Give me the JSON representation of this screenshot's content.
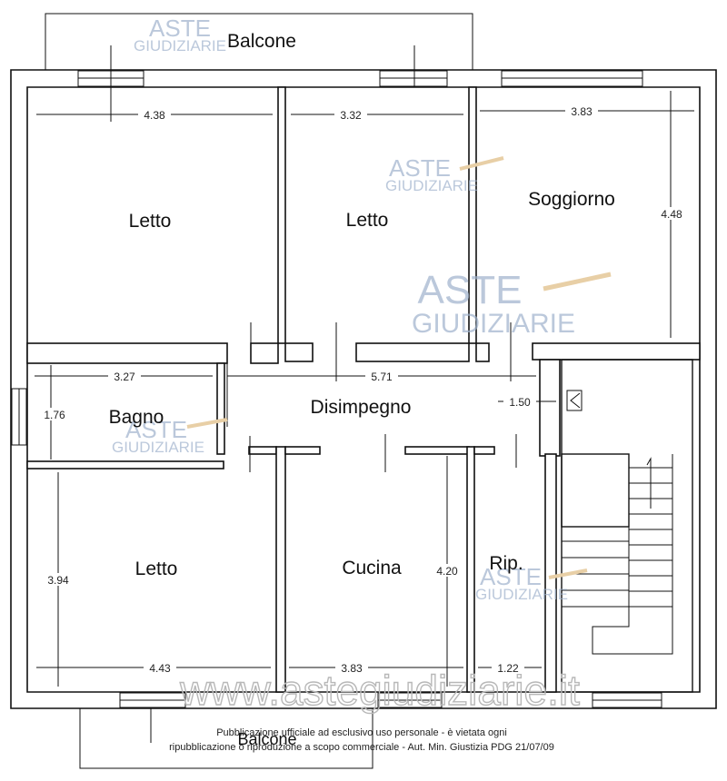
{
  "rooms": {
    "balcone_top": "Balcone",
    "letto_1": "Letto",
    "letto_2": "Letto",
    "soggiorno": "Soggiorno",
    "bagno": "Bagno",
    "disimpegno": "Disimpegno",
    "letto_3": "Letto",
    "cucina": "Cucina",
    "ripostiglio": "Rip.",
    "balcone_bottom": "Balcone"
  },
  "dimensions": {
    "letto_1_width": "4.38",
    "letto_2_width": "3.32",
    "soggiorno_width": "3.83",
    "soggiorno_height": "4.48",
    "bagno_width": "3.27",
    "bagno_height": "1.76",
    "disimpegno_width": "5.71",
    "disimpegno_height": "1.50",
    "letto_3_height": "3.94",
    "letto_3_width": "4.43",
    "cucina_height": "4.20",
    "cucina_width": "3.83",
    "ripostiglio_width": "1.22"
  },
  "watermark": {
    "line1": "ASTE",
    "line2": "GIUDIZIARIE",
    "site": "www.astegiudiziarie.it"
  },
  "notice": {
    "line1": "Pubblicazione ufficiale ad esclusivo uso personale - è vietata ogni",
    "line2": "ripubblicazione o riproduzione a scopo commerciale - Aut. Min. Giustizia PDG 21/07/09"
  },
  "colors": {
    "walls": "#111111",
    "watermark": "#9fb2cc"
  }
}
